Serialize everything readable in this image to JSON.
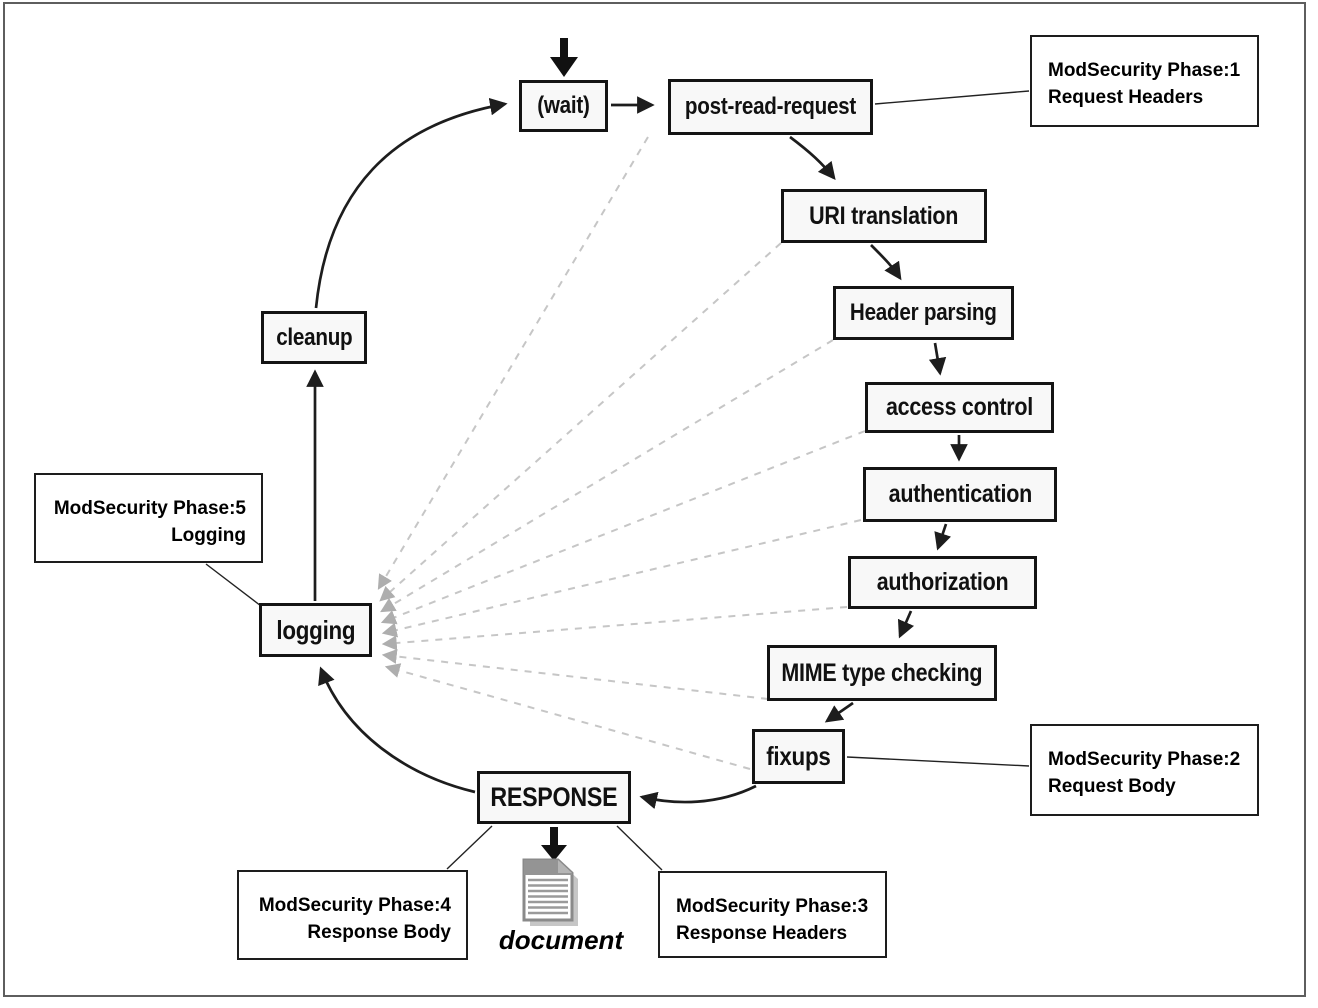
{
  "diagram": {
    "nodes": {
      "wait": {
        "label": "(wait)"
      },
      "post_read_request": {
        "label": "post-read-request"
      },
      "uri_translation": {
        "label": "URI translation"
      },
      "header_parsing": {
        "label": "Header parsing"
      },
      "access_control": {
        "label": "access control"
      },
      "authentication": {
        "label": "authentication"
      },
      "authorization": {
        "label": "authorization"
      },
      "mime_type_checking": {
        "label": "MIME type checking"
      },
      "fixups": {
        "label": "fixups"
      },
      "response": {
        "label": "RESPONSE"
      },
      "logging": {
        "label": "logging"
      },
      "cleanup": {
        "label": "cleanup"
      },
      "document": {
        "label": "document"
      }
    },
    "annotations": {
      "phase1": {
        "line1": "ModSecurity Phase:1",
        "line2": "Request Headers",
        "connects_to": "post-read-request"
      },
      "phase2": {
        "line1": "ModSecurity Phase:2",
        "line2": "Request Body",
        "connects_to": "fixups"
      },
      "phase3": {
        "line1": "ModSecurity Phase:3",
        "line2": "Response Headers",
        "connects_to": "RESPONSE"
      },
      "phase4": {
        "line1": "ModSecurity Phase:4",
        "line2": "Response Body",
        "connects_to": "RESPONSE"
      },
      "phase5": {
        "line1": "ModSecurity Phase:5",
        "line2": "Logging",
        "connects_to": "logging"
      }
    },
    "flow_cycle": [
      "(wait)",
      "post-read-request",
      "URI translation",
      "Header parsing",
      "access control",
      "authentication",
      "authorization",
      "MIME type checking",
      "fixups",
      "RESPONSE",
      "logging",
      "cleanup"
    ],
    "dashed_arrows_into_logging_from": [
      "post-read-request",
      "URI translation",
      "Header parsing",
      "access control",
      "authentication",
      "authorization",
      "MIME type checking",
      "fixups"
    ],
    "output": {
      "icon": "document-icon",
      "label": "document"
    },
    "colors": {
      "frame_border": "#5e5e5e",
      "node_border": "#141414",
      "node_fill": "#f8f8f8",
      "solid_arrow": "#1d1d1d",
      "dashed_arrow": "#c2c2c2",
      "dashed_arrowhead": "#aeaeae",
      "text": "#000000"
    }
  }
}
